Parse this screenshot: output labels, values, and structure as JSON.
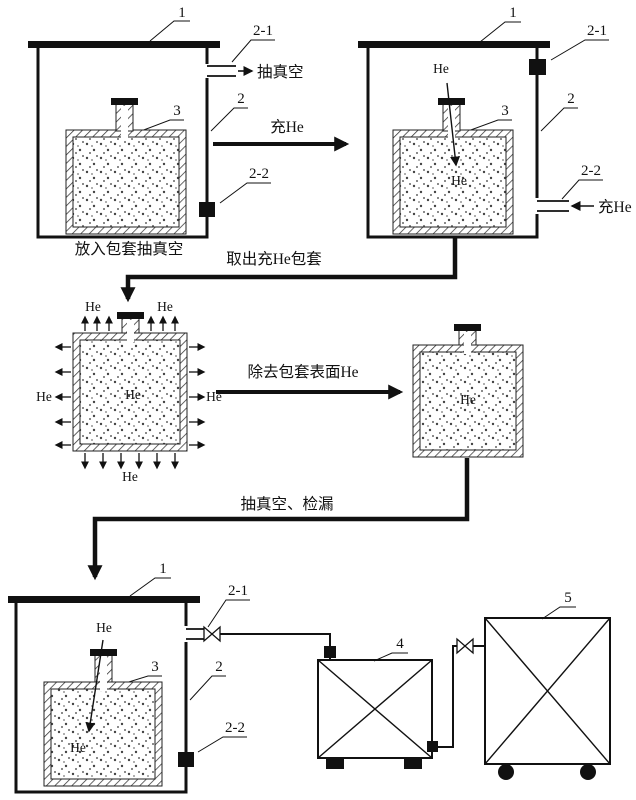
{
  "figure": {
    "ink": "#111111",
    "background": "#ffffff",
    "ref_labels": {
      "chamber": "1",
      "upper_port": "2-1",
      "chamber_wall": "2",
      "lower_port": "2-2",
      "jacket": "3",
      "backing_device": "4",
      "leak_detector": "5"
    },
    "he": "He",
    "annotations": {
      "evacuate": "抽真空",
      "fill_he": "充He",
      "step1_caption": "放入包套抽真空",
      "step2_caption": "取出充He包套",
      "step3_caption": "除去包套表面He",
      "step4_caption": "抽真空、检漏"
    }
  }
}
